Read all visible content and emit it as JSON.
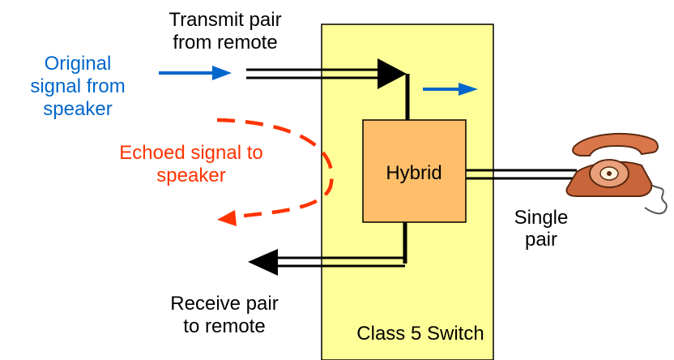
{
  "labels": {
    "transmit_line1": "Transmit pair",
    "transmit_line2": "from remote",
    "original_line1": "Original",
    "original_line2": "signal from",
    "original_line3": "speaker",
    "echo_line1": "Echoed signal to",
    "echo_line2": "speaker",
    "hybrid": "Hybrid",
    "single_line1": "Single",
    "single_line2": "pair",
    "receive_line1": "Receive pair",
    "receive_line2": "to remote",
    "switch": "Class 5 Switch"
  },
  "colors": {
    "switch_fill": "#ffff99",
    "hybrid_fill": "#ffbe6a",
    "signal_blue": "#0066cc",
    "echo_red": "#ff3300",
    "black": "#000000"
  },
  "icons": {
    "phone": "telephone-icon"
  }
}
